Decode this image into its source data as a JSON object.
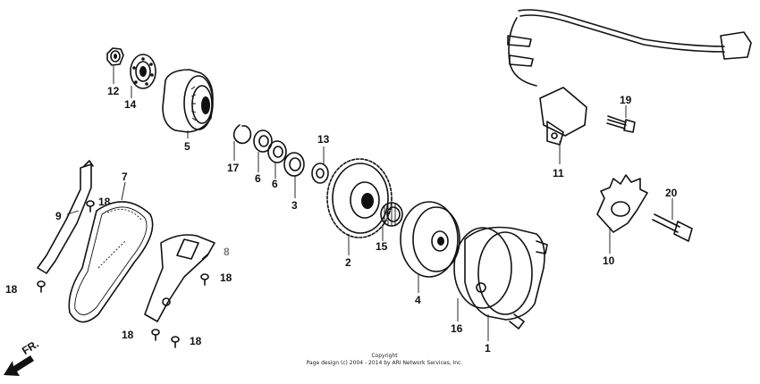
{
  "callouts": [
    {
      "id": "1",
      "label": "1"
    },
    {
      "id": "2",
      "label": "2"
    },
    {
      "id": "3",
      "label": "3"
    },
    {
      "id": "4",
      "label": "4"
    },
    {
      "id": "5",
      "label": "5"
    },
    {
      "id": "6a",
      "label": "6"
    },
    {
      "id": "6b",
      "label": "6"
    },
    {
      "id": "7",
      "label": "7"
    },
    {
      "id": "8",
      "label": "8"
    },
    {
      "id": "9",
      "label": "9"
    },
    {
      "id": "10",
      "label": "10"
    },
    {
      "id": "11",
      "label": "11"
    },
    {
      "id": "12",
      "label": "12"
    },
    {
      "id": "13",
      "label": "13"
    },
    {
      "id": "14",
      "label": "14"
    },
    {
      "id": "15",
      "label": "15"
    },
    {
      "id": "16",
      "label": "16"
    },
    {
      "id": "17",
      "label": "17"
    },
    {
      "id": "18a",
      "label": "18"
    },
    {
      "id": "18b",
      "label": "18"
    },
    {
      "id": "18c",
      "label": "18"
    },
    {
      "id": "18d",
      "label": "18"
    },
    {
      "id": "18e",
      "label": "18"
    },
    {
      "id": "19",
      "label": "19"
    },
    {
      "id": "20",
      "label": "20"
    }
  ],
  "direction_label": "FR.",
  "copyright": {
    "line1": "Copyright",
    "line2": "Page design (c) 2004 - 2014 by ARI Network Services, Inc."
  },
  "colors": {
    "ink": "#111111",
    "callout_gray": "#7a7a7a",
    "background": "#ffffff"
  }
}
